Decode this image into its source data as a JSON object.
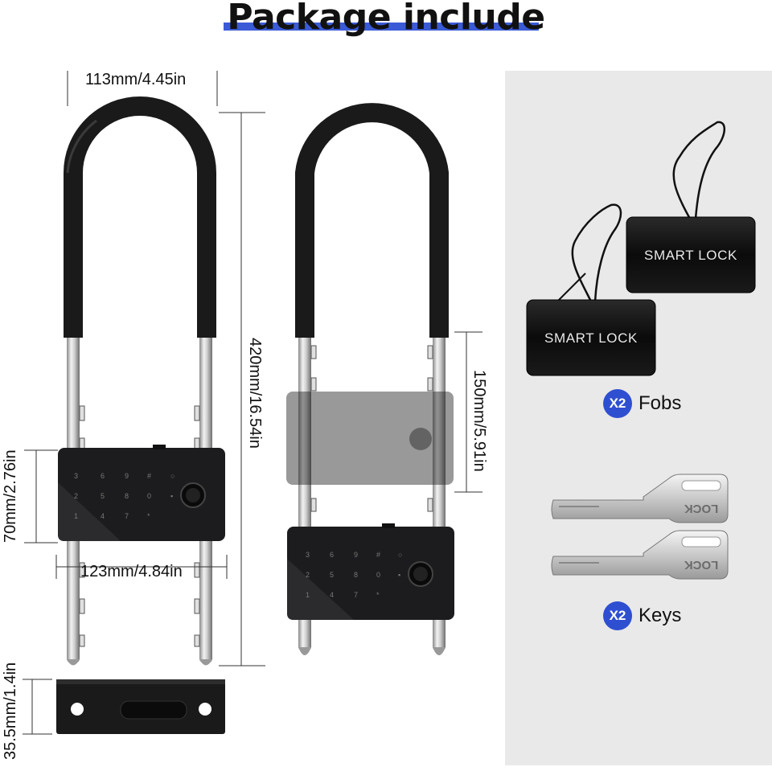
{
  "title": "Package include",
  "dimensions": {
    "width": "113mm/4.45in",
    "height": "420mm/16.54in",
    "body_height": "70mm/2.76in",
    "body_width": "123mm/4.84in",
    "adjust": "150mm/5.91in",
    "bracket": "35.5mm/1.4in"
  },
  "fobs": {
    "label": "SMART LOCK",
    "qty": "X2",
    "name": "Fobs"
  },
  "keys": {
    "engraving": "LOCK",
    "qty": "X2",
    "name": "Keys"
  },
  "colors": {
    "accent": "#2f4fd1",
    "title_bar": "#3b5bd6",
    "panel": "#e9e9e9",
    "lock_body": "#1c1c1e"
  }
}
